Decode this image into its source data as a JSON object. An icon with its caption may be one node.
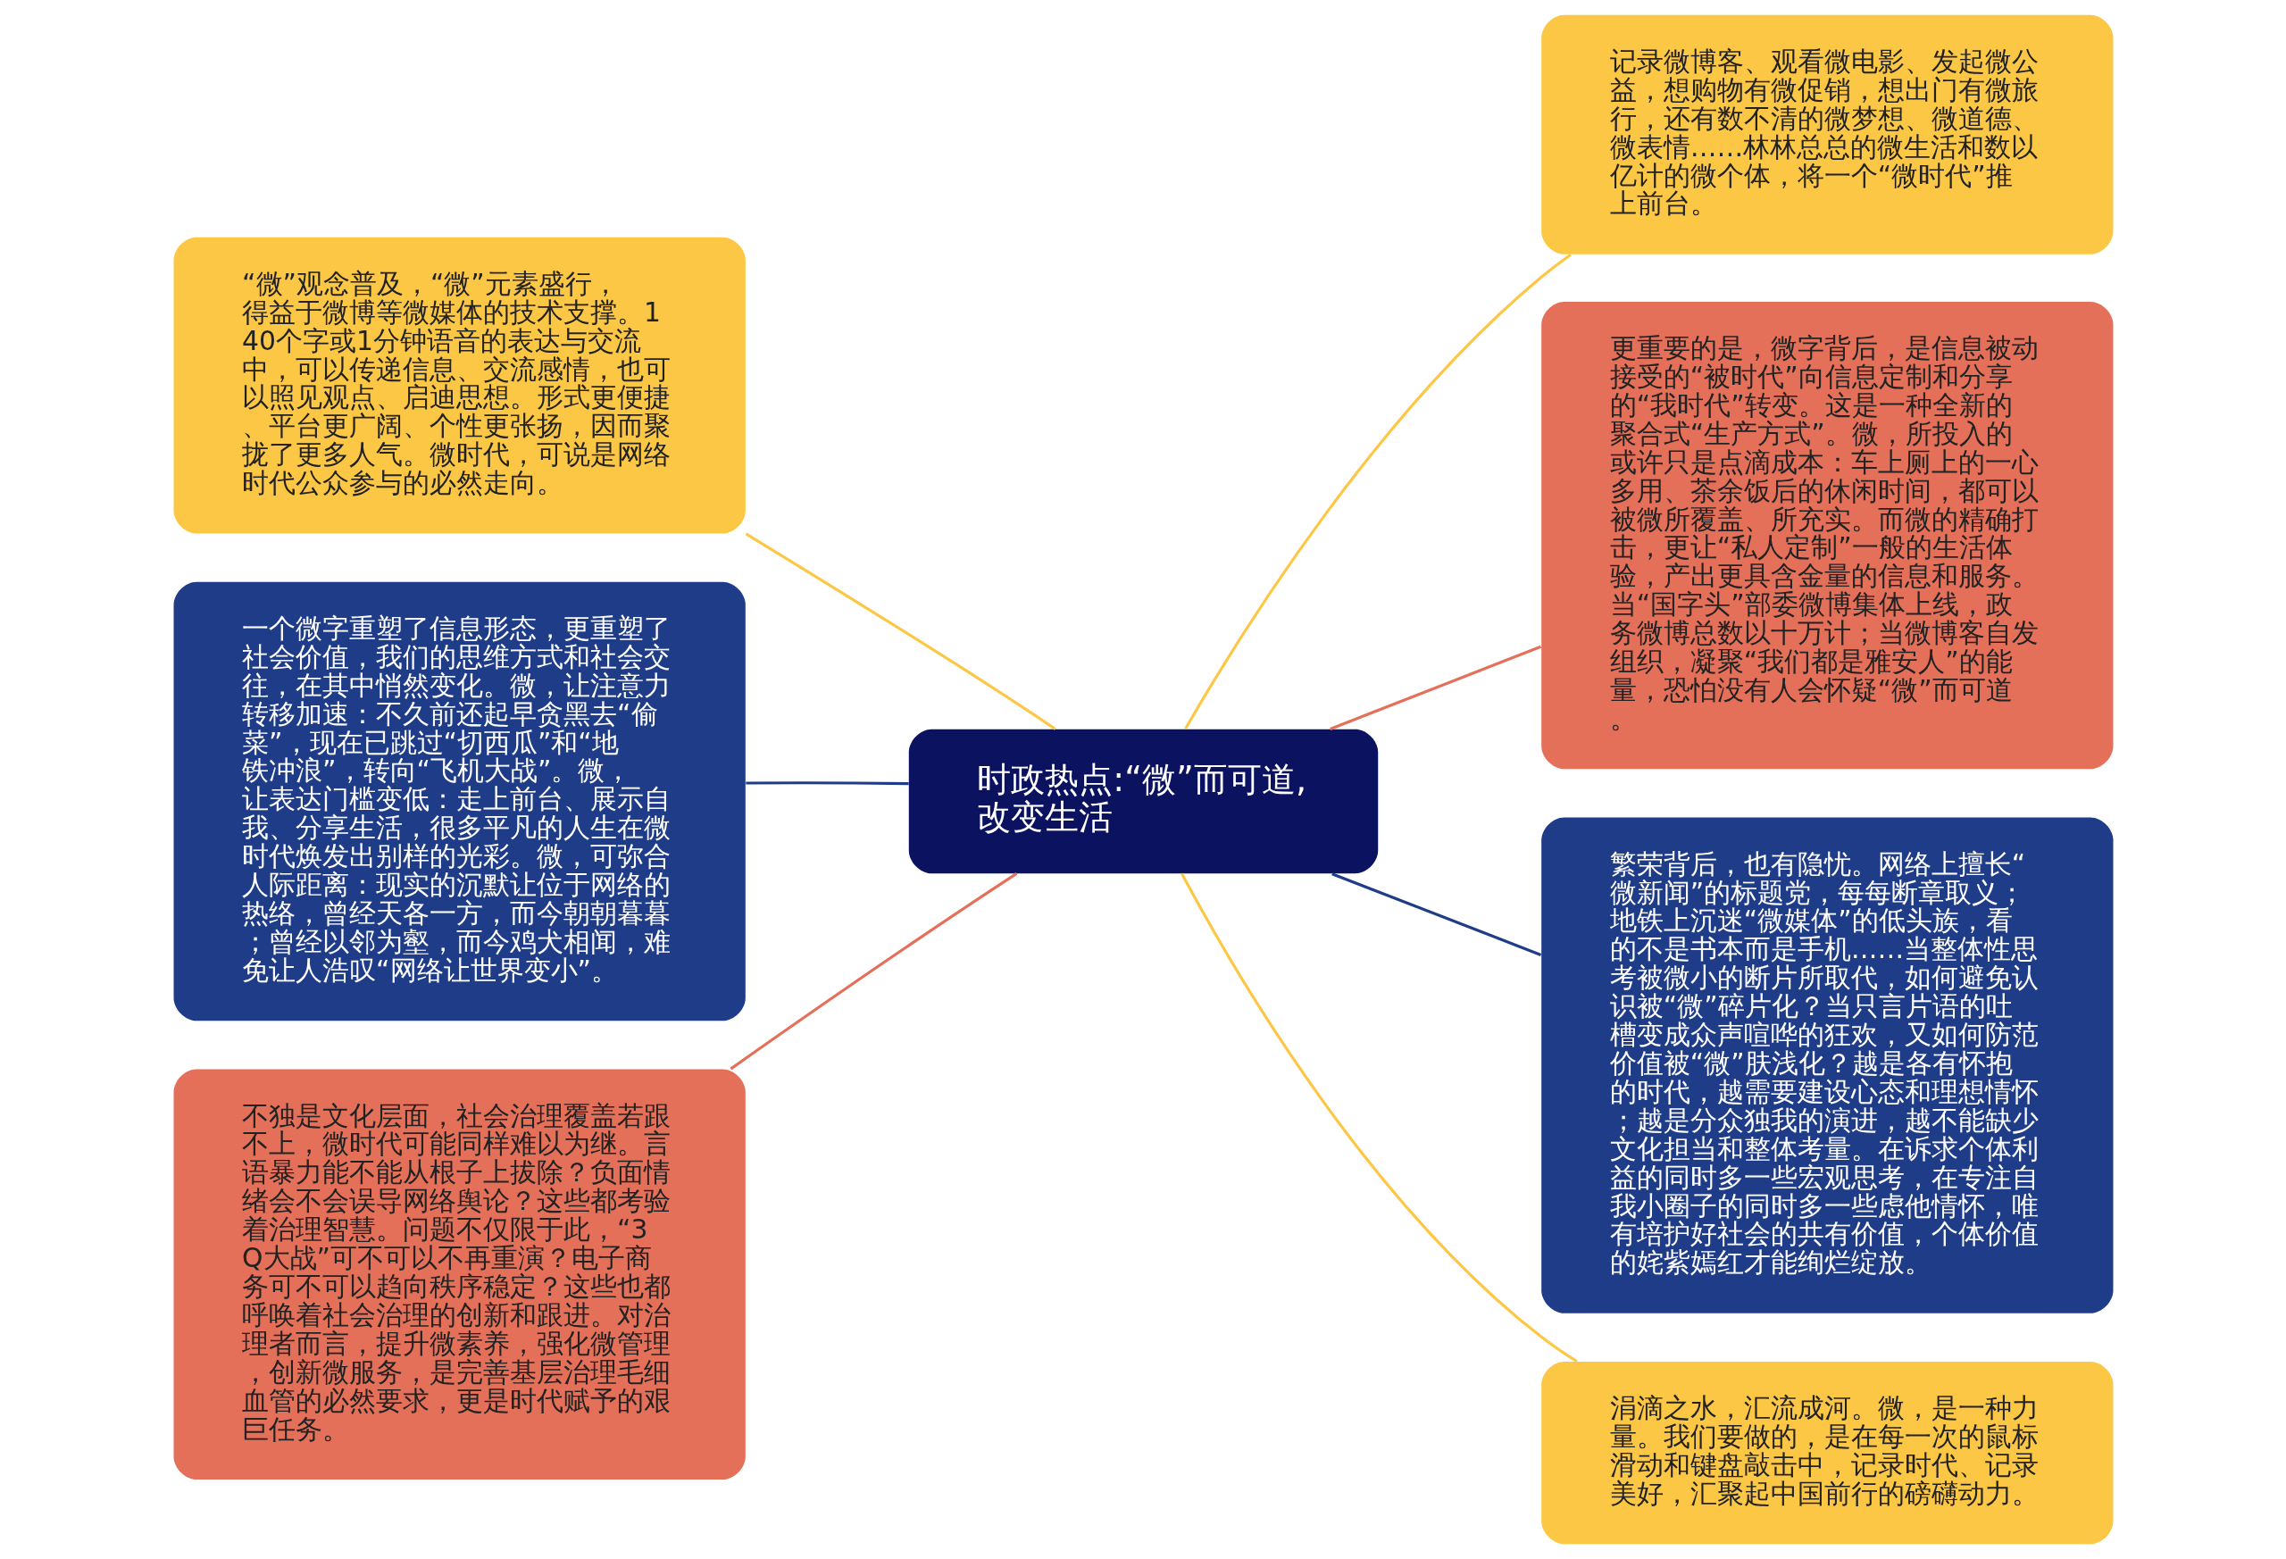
{
  "diagram": {
    "nodes": [
      {
        "text": [
          "时政热点:“微”而可道,改变生活"
        ]
      },
      {
        "text": [
          "“微”观念普及，“微”元素盛行，得益于微博等微媒体的技术支撑。140个字或1分钟语音的表达与交流中，可以传递信息、交流感情，也可以照见观点、启迪思想。形式更便捷、平台更广阔、个性更张扬，因而聚拢了更多人气。微时代，可说是网络时代公众参与的必然走向。"
        ]
      },
      {
        "text": [
          "一个微字重塑了信息形态，更重塑了社会价值，我们的思维方式和社会交往，在其中悄然变化。微，让注意力转移加速：不久前还起早贪黑去“偷菜”，现在已跳过“切西瓜”和“地铁冲浪”，转向“飞机大战”。微，让表达门槛变低：走上前台、展示自我、分享生活，很多平凡的人生在微时代焕发出别样的光彩。微，可弥合人际距离：现实的沉默让位于网络的热络，曾经天各一方，而今朝朝暮暮；曾经以邻为壑，而今鸡犬相闻，难免让人浩叹“网络让世界变小”。"
        ]
      },
      {
        "text": [
          "不独是文化层面，社会治理覆盖若跟不上，微时代可能同样难以为继。言语暴力能不能从根子上拔除？负面情绪会不会误导网络舆论？这些都考验着治理智慧。问题不仅限于此，“3Q大战”可不可以不再重演？电子商务可不可以趋向秩序稳定？这些也都呼唤着社会治理的创新和跟进。对治理者而言，提升微素养，强化微管理，创新微服务，是完善基层治理毛细血管的必然要求，更是时代赋予的艰巨任务。"
        ]
      },
      {
        "text": [
          "记录微博客、观看微电影、发起微公益，想购物有微促销，想出门有微旅行，还有数不清的微梦想、微道德、微表情……林林总总的微生活和数以亿计的微个体，将一个“微时代”推上前台。"
        ]
      },
      {
        "text": [
          "更重要的是，微字背后，是信息被动接受的“被时代”向信息定制和分享的“我时代”转变。这是一种全新的聚合式“生产方式”。微，所投入的或许只是点滴成本：车上厕上的一心多用、茶余饭后的休闲时间，都可以被微所覆盖、所充实。而微的精确打击，更让“私人定制”一般的生活体验，产出更具含金量的信息和服务。当“国字头”部委微博集体上线，政务微博总数以十万计；当微博客自发组织，凝聚“我们都是雅安人”的能量，恐怕没有人会怀疑“微”而可道。"
        ]
      },
      {
        "text": [
          "繁荣背后，也有隐忧。网络上擅长“微新闻”的标题党，每每断章取义；地铁上沉迷“微媒体”的低头族，看的不是书本而是手机……当整体性思考被微小的断片所取代，如何避免认识被“微”碎片化？当只言片语的吐槽变成众声喧哗的狂欢，又如何防范价值被“微”肤浅化？越是各有怀抱的时代，越需要建设心态和理想情怀；越是分众独我的演进，越不能缺少文化担当和整体考量。在诉求个体利益的同时多一些宏观思考，在专注自我小圈子的同时多一些虑他情怀，唯有培护好社会的共有价值，个体价值的姹紫嫣红才能绚烂绽放。"
        ]
      },
      {
        "text": [
          "涓滴之水，汇流成河。微，是一种力量。我们要做的，是在每一次的鼠标滑动和键盘敲击中，记录时代、记录美好，汇聚起中国前行的磅礴动力。"
        ]
      }
    ],
    "edges": [
      {
        "from": 0,
        "to": 1,
        "arrow": "none"
      },
      {
        "from": 0,
        "to": 2,
        "arrow": "none",
        "color": "#1f3c88"
      },
      {
        "from": 0,
        "to": 3,
        "arrow": "none",
        "color": "#e5705a"
      },
      {
        "from": 0,
        "to": 4,
        "arrow": "none"
      },
      {
        "from": 0,
        "to": 5,
        "arrow": "none",
        "color": "#e5705a"
      },
      {
        "from": 0,
        "to": 6,
        "arrow": "none",
        "color": "#1f3c88"
      },
      {
        "from": 0,
        "to": 7,
        "arrow": "none"
      }
    ]
  }
}
